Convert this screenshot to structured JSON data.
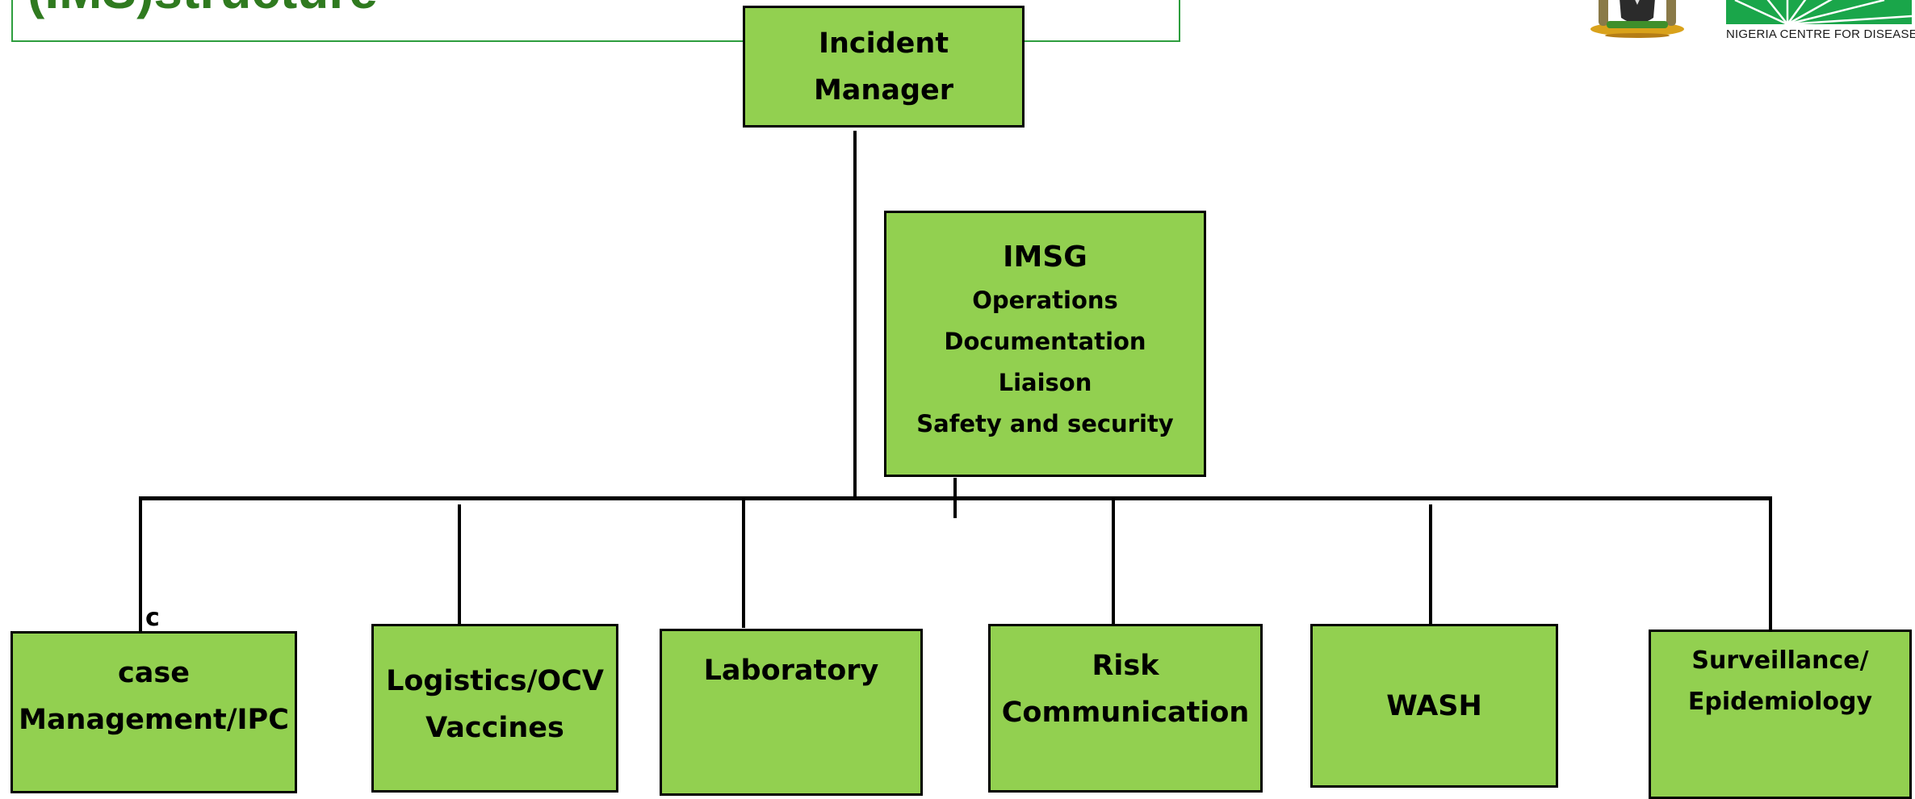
{
  "header": {
    "title": "(IMS)structure",
    "logo_text": "NIGERIA CENTRE FOR DISEASE CONTROL"
  },
  "chart": {
    "incident_manager": [
      "Incident",
      "Manager"
    ],
    "imsg": {
      "title": "IMSG",
      "items": [
        "Operations",
        "Documentation",
        "Liaison",
        "Safety and security"
      ]
    },
    "stray_label": "c",
    "pillars": [
      [
        "case",
        "Management/IPC"
      ],
      [
        "Logistics/OCV",
        "Vaccines"
      ],
      [
        "Laboratory"
      ],
      [
        "Risk",
        "Communication"
      ],
      [
        "WASH"
      ],
      [
        "Surveillance/",
        "Epidemiology"
      ]
    ]
  },
  "colors": {
    "box_fill": "#92d050",
    "box_border": "#000000",
    "title_green": "#2f7a1f",
    "title_frame": "#2e9e3e",
    "logo_green": "#1aa64a"
  },
  "icons": [
    "nigeria-coat-of-arms-icon",
    "ncdc-sunburst-logo-icon"
  ]
}
